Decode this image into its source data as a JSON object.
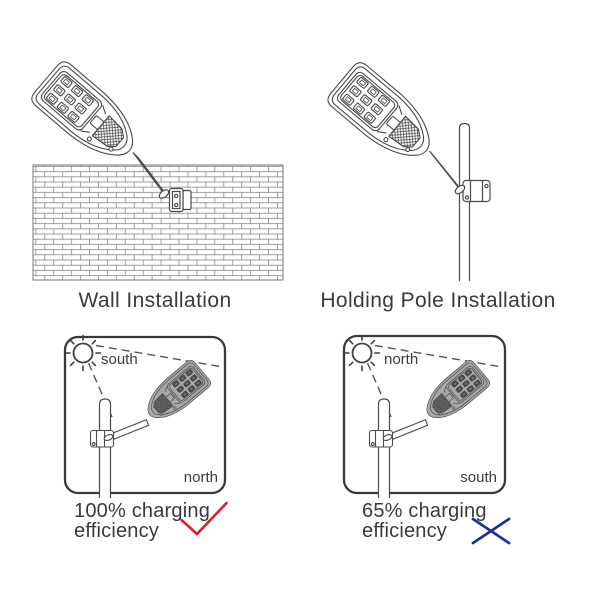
{
  "titles": {
    "wall": "Wall Installation",
    "pole": "Holding Pole Installation"
  },
  "panels": {
    "correct": {
      "sun_direction": "south",
      "opposite_direction": "north",
      "efficiency_line1": "100% charging",
      "efficiency_line2": "efficiency",
      "mark": "check",
      "mark_color": "#d4232e"
    },
    "wrong": {
      "sun_direction": "north",
      "opposite_direction": "south",
      "efficiency_line1": "65% charging",
      "efficiency_line2": "efficiency",
      "mark": "cross",
      "mark_color": "#203099"
    }
  },
  "icons": {
    "sun": "circle-with-ray-ticks",
    "check": "red-diagonal-check",
    "cross": "blue-x-cross"
  },
  "colors": {
    "line_art": "#4a4a4a",
    "text": "#3a3a3a",
    "panel_border": "#3a3a3a",
    "brick_line": "#7a7a7a"
  }
}
